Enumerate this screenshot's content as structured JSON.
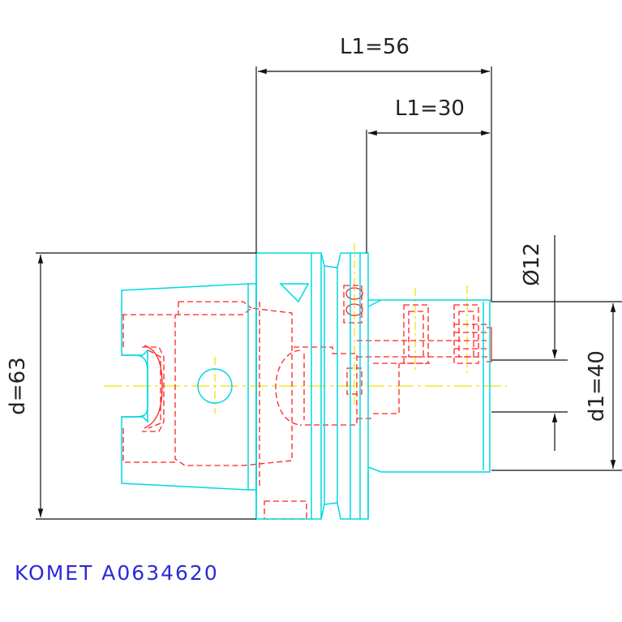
{
  "dimensions": {
    "overall_length": "L1=56",
    "shank_length": "L1=30",
    "bore_diameter": "Ø12",
    "flange_diameter": "d=63",
    "body_diameter": "d1=40"
  },
  "part_label": "KOMET A0634620",
  "colors": {
    "outline": "#00d8e0",
    "hidden": "#ff2020",
    "centerline": "#f0e000",
    "dimension": "#111111",
    "label": "#2a2ad8"
  }
}
